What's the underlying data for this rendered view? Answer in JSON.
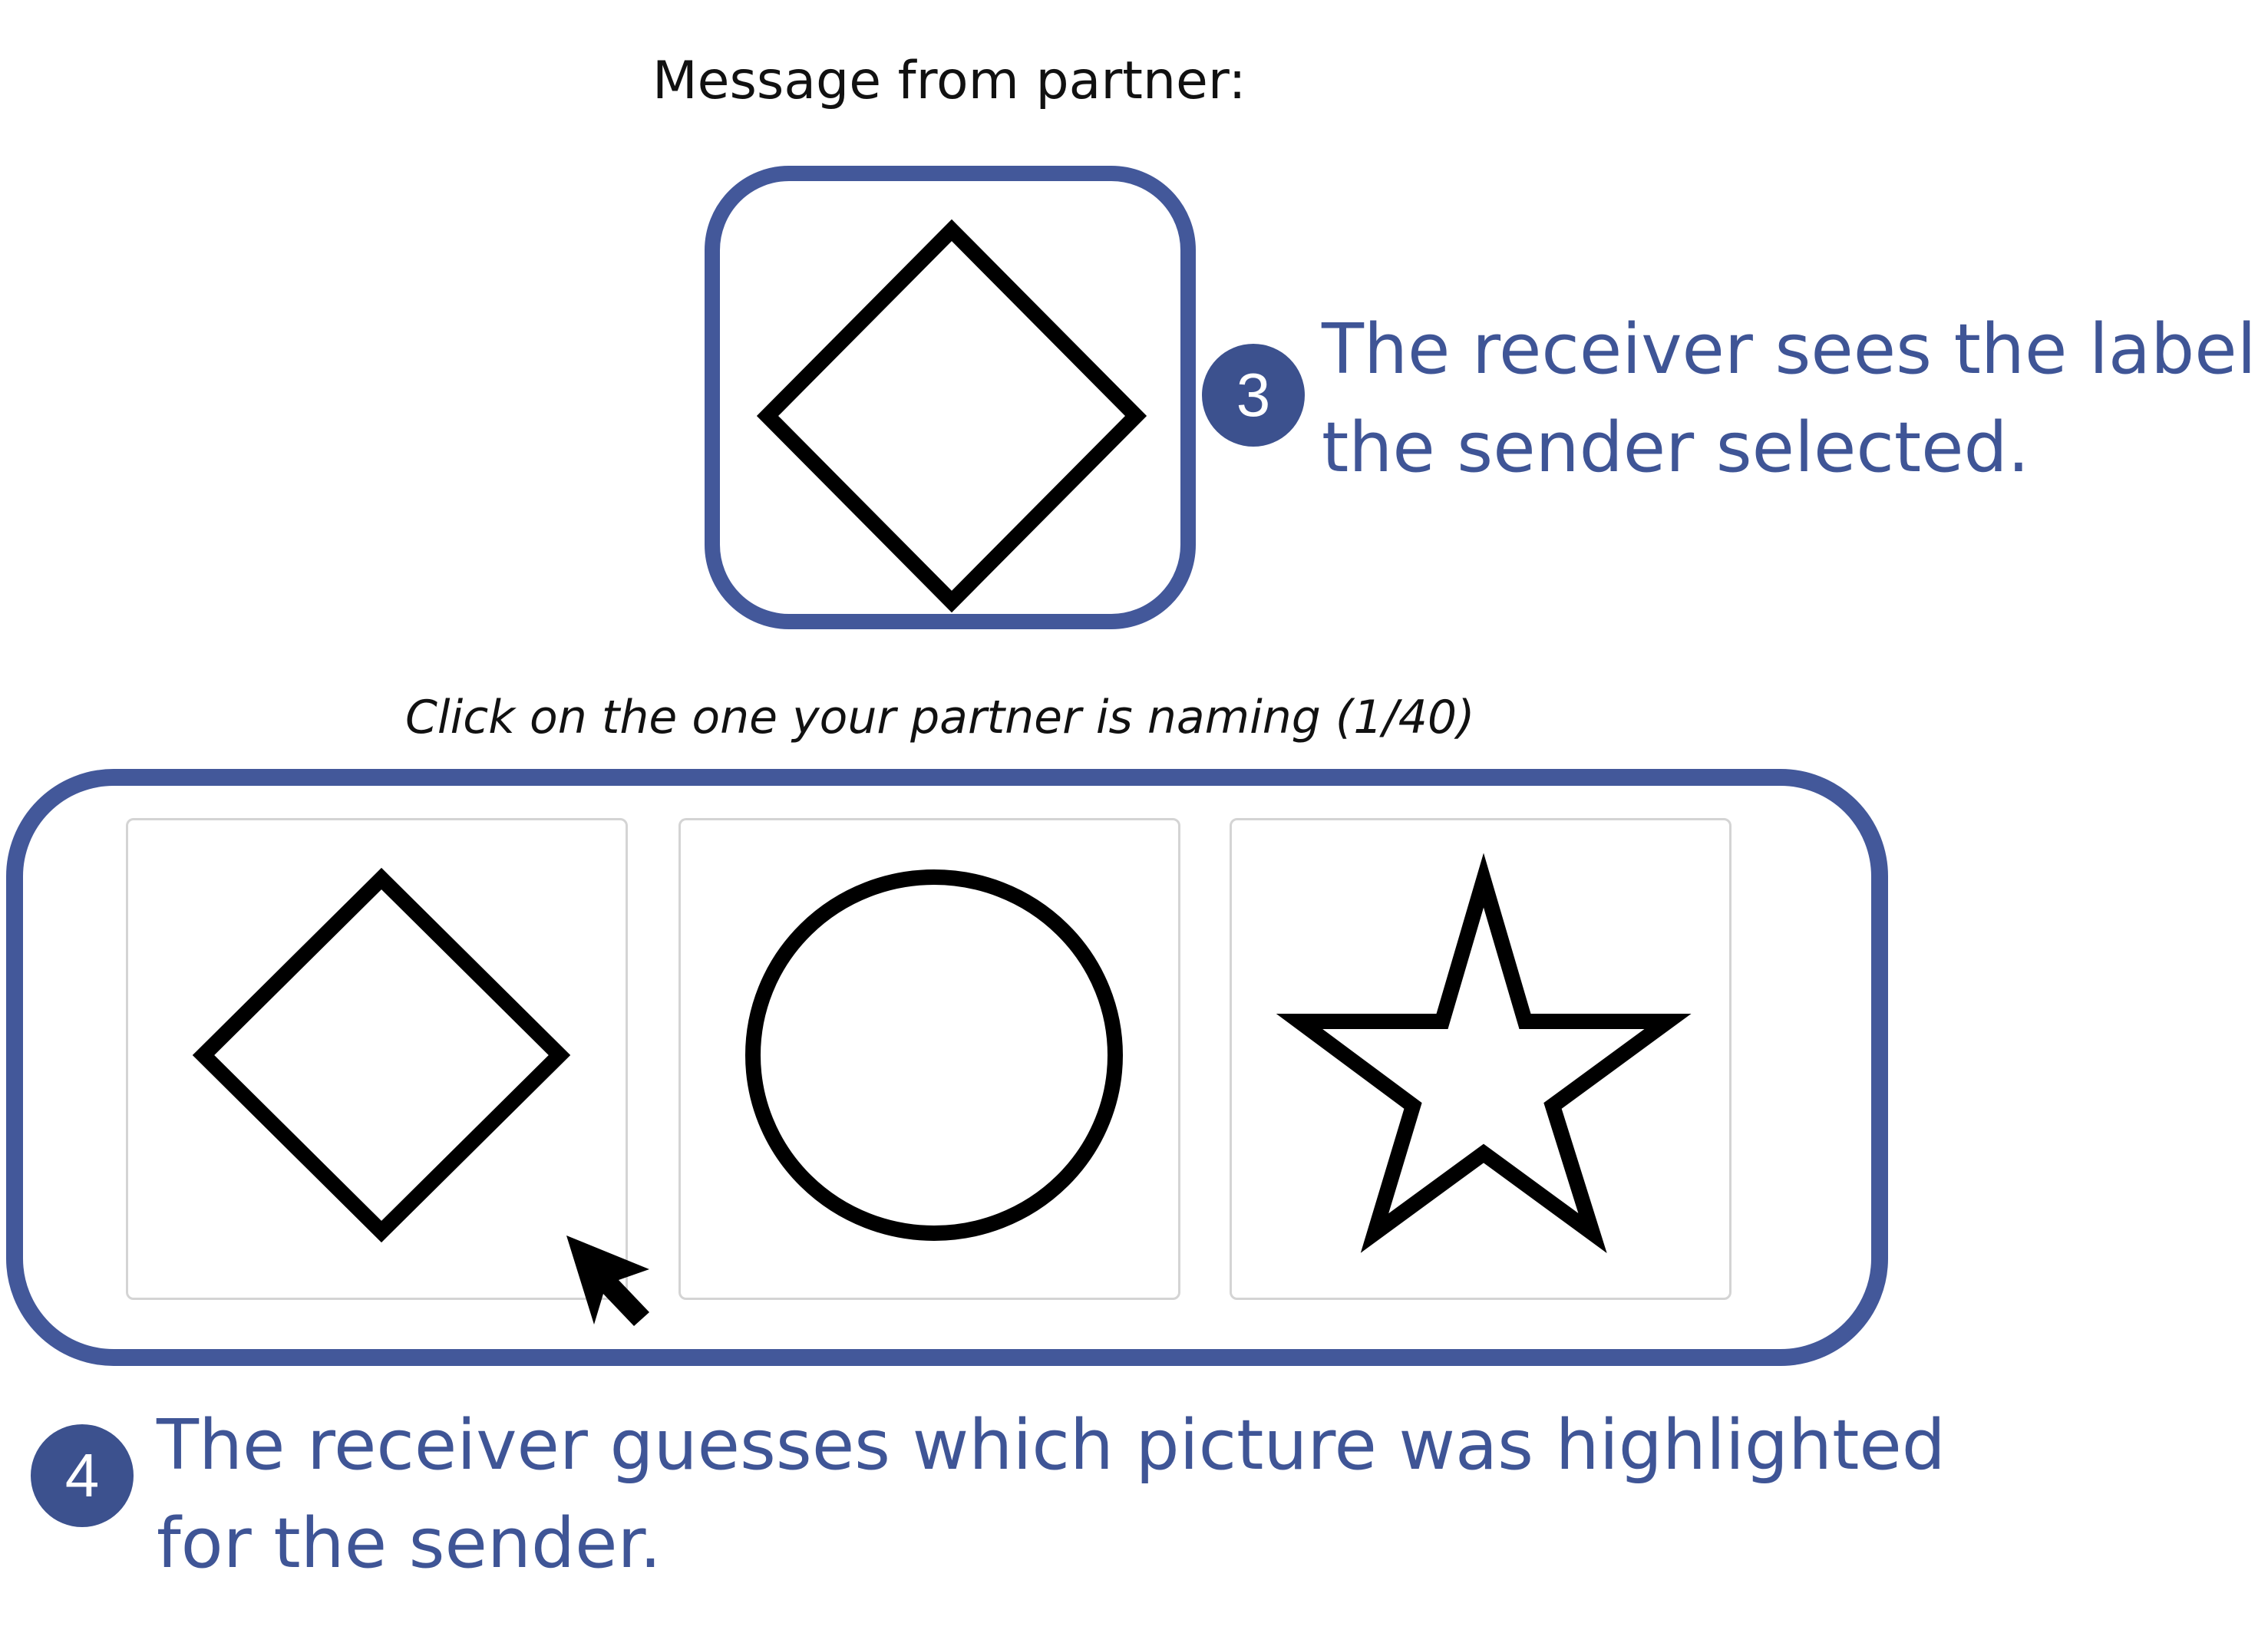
{
  "message": {
    "title": "Message from partner:",
    "shown_label_icon": "diamond-icon"
  },
  "annotations": {
    "step3": {
      "number": "3",
      "line1": "The receiver sees the label",
      "line2": "the sender selected."
    },
    "step4": {
      "number": "4",
      "line1": "The receiver guesses which picture was highlighted",
      "line2": "for the sender."
    }
  },
  "choices": {
    "instruction": "Click on the one your partner is naming (1/40)",
    "items": [
      {
        "icon": "diamond-icon"
      },
      {
        "icon": "circle-icon"
      },
      {
        "icon": "star-icon"
      }
    ]
  },
  "colors": {
    "accent": "#43589a",
    "annotation_text": "#3f5596",
    "badge": "#3c518e",
    "choice_border": "#d4d4d4"
  }
}
